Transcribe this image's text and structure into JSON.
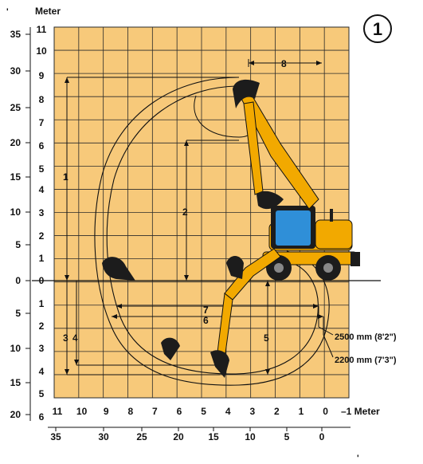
{
  "diagram_number": "1",
  "unit_top_left": "Meter",
  "unit_bottom_right": "–1 Meter",
  "tick_marks": [
    "'",
    "'"
  ],
  "left_ft_labels": [
    "35",
    "30",
    "25",
    "20",
    "15",
    "10",
    "5",
    "0",
    "5",
    "10",
    "15",
    "20"
  ],
  "left_m_labels": [
    "11",
    "10",
    "9",
    "8",
    "7",
    "6",
    "5",
    "4",
    "3",
    "2",
    "1",
    "0",
    "1",
    "2",
    "3",
    "4",
    "5",
    "6"
  ],
  "bottom_m_labels": [
    "11",
    "10",
    "9",
    "8",
    "7",
    "6",
    "5",
    "4",
    "3",
    "2",
    "1",
    "0"
  ],
  "bottom_ft_labels": [
    "35",
    "30",
    "25",
    "20",
    "15",
    "10",
    "5",
    "0"
  ],
  "dimension_labels": {
    "d1": "1",
    "d2": "2",
    "d3": "3",
    "d4": "4",
    "d5": "5",
    "d6": "6",
    "d7": "7",
    "d8": "8"
  },
  "blade_labels": [
    "2500 mm (8'2\")",
    "2200 mm (7'3\")"
  ],
  "colors": {
    "grid_background": "#F7C97A",
    "grid_line": "#2a2a2a",
    "machine_yellow": "#F2A900",
    "machine_dark": "#1c1c1c",
    "cab_glass": "#2f8fd8"
  }
}
